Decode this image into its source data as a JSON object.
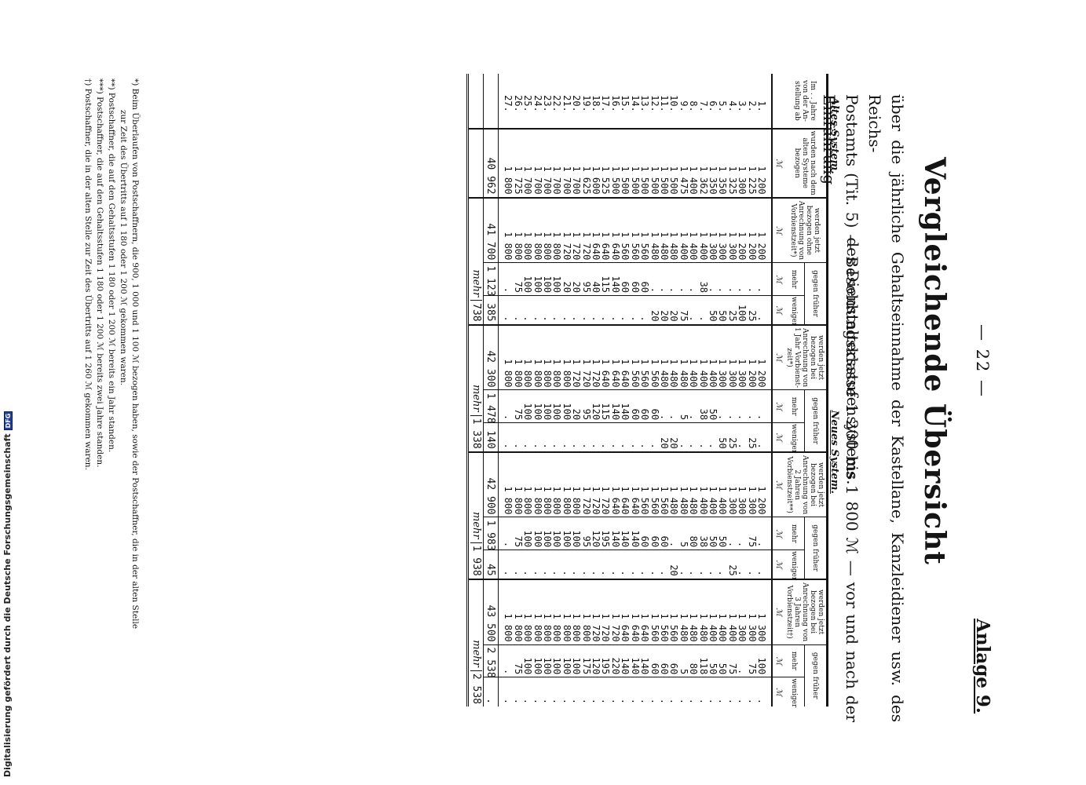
{
  "header": {
    "page_number": "— 22 —",
    "appendix": "Anlage 9."
  },
  "title": "Vergleichende Übersicht",
  "subtitle_line1": "über die jährliche Gehaltseinnahme der Kastellane, Kanzleidiener usw. des Reichs-",
  "subtitle_line2": "Postamts (Tit. 5) — Besoldungsklasse 1 200 bis 1 800 ℳ — vor und nach der Einführung",
  "subtitle_line3": "des Dienstaltersstufensystems.",
  "table": {
    "group_old": "Altes System.",
    "group_new": "Neues System.",
    "col_year": "Im . . Jahre von der An­stellung ab",
    "col_old": "wurden nach dem alten Systeme bezogen",
    "col_a": "werden jetzt bezogen ohne Anrechnung von Vorbienst­zeit*)",
    "col_b": "werden jetzt bezogen bei Anrechnung von 1 Jahr Vorbienst­zeit*)",
    "col_c": "werden jetzt bezogen bei Anrechnung von 2 Jahren Vorbienst­zeit**)",
    "col_d": "werden jetzt bezogen bei Anrechnung von 3 Jahren Vorbienst­zeit†)",
    "gegen_frueher": "gegen früher",
    "mehr": "mehr",
    "weniger": "weniger",
    "unit": "ℳ",
    "rows": [
      {
        "y": "1.",
        "old": "1 200",
        "a": "1 200",
        "am": ".",
        "aw": ".",
        "b": "1 200",
        "bm": ".",
        "bw": ".",
        "c": "1 200",
        "cm": ".",
        "cw": ".",
        "d": "1 300",
        "dm": "100",
        "dw": "."
      },
      {
        "y": "2.",
        "old": "1 225",
        "a": "1 200",
        "am": ".",
        "aw": "25",
        "b": "1 200",
        "bm": ".",
        "bw": "25",
        "c": "1 300",
        "cm": "75",
        "cw": ".",
        "d": "1 300",
        "dm": "75",
        "dw": "."
      },
      {
        "y": "3.",
        "old": "1 300",
        "a": "1 200",
        "am": ".",
        "aw": "100",
        "b": "1 300",
        "bm": ".",
        "bw": ".",
        "c": "1 300",
        "cm": ".",
        "cw": ".",
        "d": "1 300",
        "dm": ".",
        "dw": "."
      },
      {
        "y": "4.",
        "old": "1 325",
        "a": "1 300",
        "am": ".",
        "aw": "25",
        "b": "1 300",
        "bm": ".",
        "bw": "25",
        "c": "1 300",
        "cm": ".",
        "cw": "25",
        "d": "1 400",
        "dm": "75",
        "dw": "."
      },
      {
        "y": "5.",
        "old": "1 350",
        "a": "1 300",
        "am": ".",
        "aw": "50",
        "b": "1 300",
        "bm": ".",
        "bw": "50",
        "c": "1 400",
        "cm": "50",
        "cw": ".",
        "d": "1 400",
        "dm": "50",
        "dw": "."
      },
      {
        "y": "6.",
        "old": "1 350",
        "a": "1 300",
        "am": ".",
        "aw": "50",
        "b": "1 400",
        "bm": "50",
        "bw": ".",
        "c": "1 400",
        "cm": "50",
        "cw": ".",
        "d": "1 400",
        "dm": "50",
        "dw": "."
      },
      {
        "y": "7.",
        "old": "1 362",
        "a": "1 400",
        "am": "38",
        "aw": ".",
        "b": "1 400",
        "bm": "38",
        "bw": ".",
        "c": "1 400",
        "cm": "38",
        "cw": ".",
        "d": "1 480",
        "dm": "118",
        "dw": "."
      },
      {
        "y": "8.",
        "old": "1 400",
        "a": "1 400",
        "am": ".",
        "aw": ".",
        "b": "1 400",
        "bm": ".",
        "bw": ".",
        "c": "1 480",
        "cm": "80",
        "cw": ".",
        "d": "1 480",
        "dm": "80",
        "dw": "."
      },
      {
        "y": "9.",
        "old": "1 475",
        "a": "1 400",
        "am": ".",
        "aw": "75",
        "b": "1 480",
        "bm": "5",
        "bw": ".",
        "c": "1 480",
        "cm": "5",
        "cw": ".",
        "d": "1 480",
        "dm": "5",
        "dw": "."
      },
      {
        "y": "10.",
        "old": "1 500",
        "a": "1 480",
        "am": ".",
        "aw": "20",
        "b": "1 480",
        "bm": ".",
        "bw": "20",
        "c": "1 480",
        "cm": ".",
        "cw": "20",
        "d": "1 560",
        "dm": "60",
        "dw": "."
      },
      {
        "y": "11.",
        "old": "1 500",
        "a": "1 480",
        "am": ".",
        "aw": "20",
        "b": "1 480",
        "bm": ".",
        "bw": "20",
        "c": "1 560",
        "cm": "60",
        "cw": ".",
        "d": "1 560",
        "dm": "60",
        "dw": "."
      },
      {
        "y": "12.",
        "old": "1 500",
        "a": "1 480",
        "am": ".",
        "aw": "20",
        "b": "1 560",
        "bm": "60",
        "bw": ".",
        "c": "1 560",
        "cm": "60",
        "cw": ".",
        "d": "1 560",
        "dm": "60",
        "dw": "."
      },
      {
        "y": "13.",
        "old": "1 500",
        "a": "1 560",
        "am": "60",
        "aw": ".",
        "b": "1 560",
        "bm": "60",
        "bw": ".",
        "c": "1 560",
        "cm": "60",
        "cw": ".",
        "d": "1 640",
        "dm": "140",
        "dw": "."
      },
      {
        "y": "14.",
        "old": "1 500",
        "a": "1 560",
        "am": "60",
        "aw": ".",
        "b": "1 560",
        "bm": "60",
        "bw": ".",
        "c": "1 640",
        "cm": "140",
        "cw": ".",
        "d": "1 640",
        "dm": "140",
        "dw": "."
      },
      {
        "y": "15.",
        "old": "1 500",
        "a": "1 560",
        "am": "60",
        "aw": ".",
        "b": "1 640",
        "bm": "140",
        "bw": ".",
        "c": "1 640",
        "cm": "140",
        "cw": ".",
        "d": "1 640",
        "dm": "140",
        "dw": "."
      },
      {
        "y": "16.",
        "old": "1 500",
        "a": "1 640",
        "am": "140",
        "aw": ".",
        "b": "1 640",
        "bm": "140",
        "bw": ".",
        "c": "1 640",
        "cm": "140",
        "cw": ".",
        "d": "1 720",
        "dm": "220",
        "dw": "."
      },
      {
        "y": "17.",
        "old": "1 525",
        "a": "1 640",
        "am": "115",
        "aw": ".",
        "b": "1 640",
        "bm": "115",
        "bw": ".",
        "c": "1 720",
        "cm": "195",
        "cw": ".",
        "d": "1 720",
        "dm": "195",
        "dw": "."
      },
      {
        "y": "18.",
        "old": "1 600",
        "a": "1 640",
        "am": "40",
        "aw": ".",
        "b": "1 720",
        "bm": "120",
        "bw": ".",
        "c": "1 720",
        "cm": "120",
        "cw": ".",
        "d": "1 720",
        "dm": "120",
        "dw": "."
      },
      {
        "y": "19.",
        "old": "1 625",
        "a": "1 720",
        "am": "95",
        "aw": ".",
        "b": "1 720",
        "bm": "95",
        "bw": ".",
        "c": "1 720",
        "cm": "95",
        "cw": ".",
        "d": "1 800",
        "dm": "175",
        "dw": "."
      },
      {
        "y": "20.",
        "old": "1 700",
        "a": "1 720",
        "am": "20",
        "aw": ".",
        "b": "1 720",
        "bm": "20",
        "bw": ".",
        "c": "1 800",
        "cm": "100",
        "cw": ".",
        "d": "1 800",
        "dm": "100",
        "dw": "."
      },
      {
        "y": "21.",
        "old": "1 700",
        "a": "1 720",
        "am": "20",
        "aw": ".",
        "b": "1 800",
        "bm": "100",
        "bw": ".",
        "c": "1 800",
        "cm": "100",
        "cw": ".",
        "d": "1 800",
        "dm": "100",
        "dw": "."
      },
      {
        "y": "22.",
        "old": "1 700",
        "a": "1 800",
        "am": "100",
        "aw": ".",
        "b": "1 800",
        "bm": "100",
        "bw": ".",
        "c": "1 800",
        "cm": "100",
        "cw": ".",
        "d": "1 800",
        "dm": "100",
        "dw": "."
      },
      {
        "y": "23.",
        "old": "1 700",
        "a": "1 800",
        "am": "100",
        "aw": ".",
        "b": "1 800",
        "bm": "100",
        "bw": ".",
        "c": "1 800",
        "cm": "100",
        "cw": ".",
        "d": "1 800",
        "dm": "100",
        "dw": "."
      },
      {
        "y": "24.",
        "old": "1 700",
        "a": "1 800",
        "am": "100",
        "aw": ".",
        "b": "1 800",
        "bm": "100",
        "bw": ".",
        "c": "1 800",
        "cm": "100",
        "cw": ".",
        "d": "1 800",
        "dm": "100",
        "dw": "."
      },
      {
        "y": "25.",
        "old": "1 700",
        "a": "1 800",
        "am": "100",
        "aw": ".",
        "b": "1 800",
        "bm": "100",
        "bw": ".",
        "c": "1 800",
        "cm": "100",
        "cw": ".",
        "d": "1 800",
        "dm": "100",
        "dw": "."
      },
      {
        "y": "26.",
        "old": "1 725",
        "a": "1 800",
        "am": "75",
        "aw": ".",
        "b": "1 800",
        "bm": "75",
        "bw": ".",
        "c": "1 800",
        "cm": "75",
        "cw": ".",
        "d": "1 800",
        "dm": "75",
        "dw": "."
      },
      {
        "y": "27.",
        "old": "1 800",
        "a": "1 800",
        "am": ".",
        "aw": ".",
        "b": "1 800",
        "bm": ".",
        "bw": ".",
        "c": "1 800",
        "cm": ".",
        "cw": ".",
        "d": "1 800",
        "dm": ".",
        "dw": "."
      }
    ],
    "totals": {
      "old": "40 962",
      "a": "41 700",
      "am": "1 123",
      "aw": "385",
      "b": "42 300",
      "bm": "1 478",
      "bw": "140",
      "c": "42 900",
      "cm": "1 983",
      "cw": "45",
      "d": "43 500",
      "dm": "2 538",
      "dw": "."
    },
    "mehr_totals": {
      "a": "738",
      "b": "1 338",
      "c": "1 938",
      "d": "2 538"
    }
  },
  "footnotes": [
    "*) Beim Überlaufen von Postschaffnern, die 900, 1 000 und 1 100 ℳ bezogen haben, sowie der Postschaffner, die in der alten Stelle",
    "zur Zeit des Übertritts auf 1 180 oder 1 200 ℳ gekommen waren.",
    "**) Postschaffner, die auf den Gehaltsstufen 1 180 oder 1 200 ℳ bereits ein Jahr standen.",
    "***) Postschaffner, die auf den Gehaltsstufen 1 180 oder 1 200 ℳ bereits zwei Jahre standen.",
    "†) Postschaffner, die in der alten Stelle zur Zeit des Übertritts auf 1 260 ℳ gekommen waren."
  ],
  "digitization_note": "Digitalisierung gefördert durch die Deutsche Forschungsgemeinschaft",
  "logo_text": "DFG"
}
